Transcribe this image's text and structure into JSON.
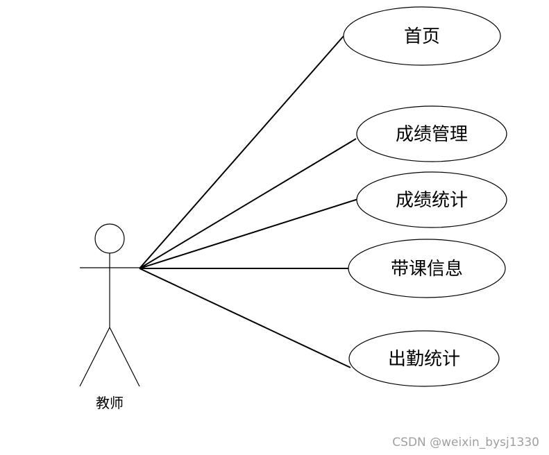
{
  "actor": {
    "label": "教师"
  },
  "use_cases": [
    {
      "label": "首页"
    },
    {
      "label": "成绩管理"
    },
    {
      "label": "成绩统计"
    },
    {
      "label": "带课信息"
    },
    {
      "label": "出勤统计"
    }
  ],
  "watermark": "CSDN @weixin_bysj1330",
  "colors": {
    "line": "#000000",
    "watermark": "#a0a0a0"
  }
}
